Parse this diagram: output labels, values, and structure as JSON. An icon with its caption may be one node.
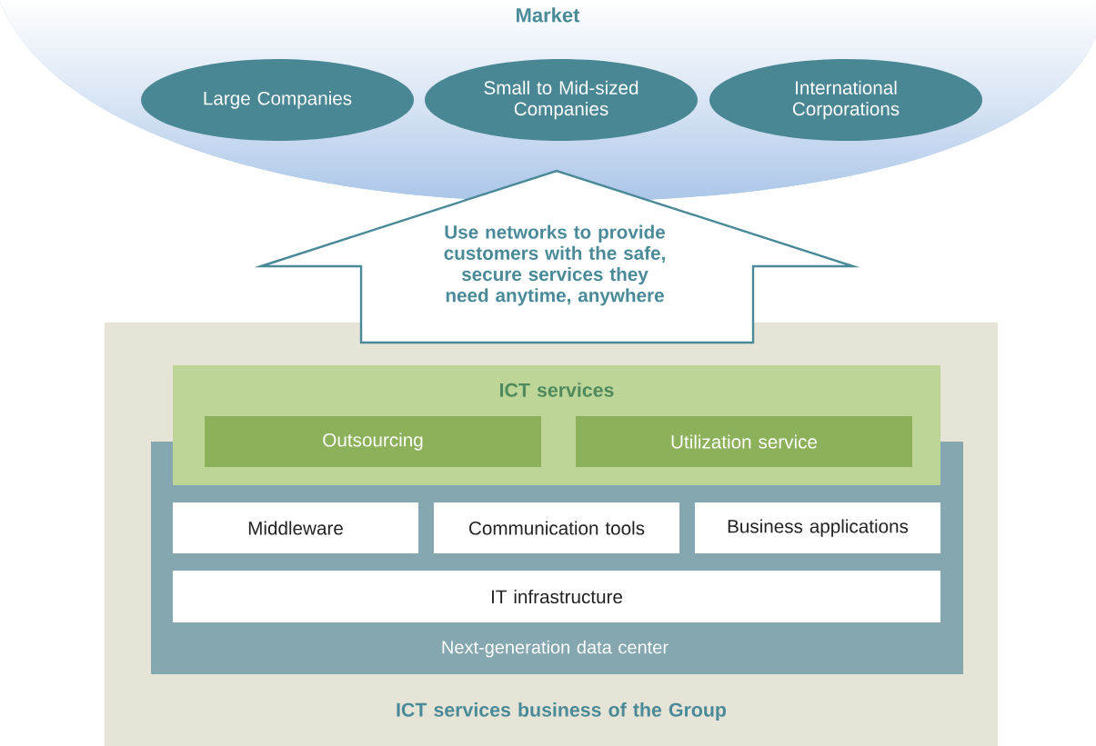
{
  "diagram": {
    "nodes": [
      {
        "text": [
          "Market"
        ]
      },
      {
        "text": [
          "Large Companies"
        ],
        "in": 0
      },
      {
        "text": [
          "Small to Mid-sized Companies"
        ],
        "in": 0
      },
      {
        "text": [
          "International Corporations"
        ],
        "in": 0
      },
      {
        "text": [
          "Use networks to provide customers with the safe, secure services they need anytime, anywhere"
        ]
      },
      {
        "text": [
          "ICT services business of the Group"
        ]
      },
      {
        "text": [
          "Next-generation data center"
        ],
        "in": 5
      },
      {
        "text": [
          "ICT services"
        ],
        "in": 5
      },
      {
        "text": [
          "Outsourcing"
        ],
        "in": 7
      },
      {
        "text": [
          "Utilization service"
        ],
        "in": 7
      },
      {
        "text": [
          "Middleware"
        ],
        "in": 6
      },
      {
        "text": [
          "Communication tools"
        ],
        "in": 6
      },
      {
        "text": [
          "Business applications"
        ],
        "in": 6
      },
      {
        "text": [
          "IT infrastructure"
        ],
        "in": 6
      }
    ]
  }
}
